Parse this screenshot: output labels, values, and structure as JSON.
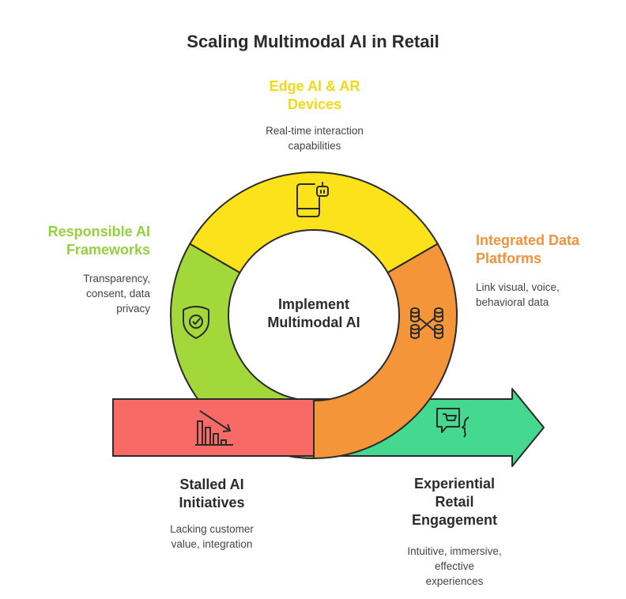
{
  "title": "Scaling Multimodal AI in Retail",
  "center": {
    "line1": "Implement",
    "line2": "Multimodal AI"
  },
  "colors": {
    "yellow": "#FCE21A",
    "green": "#A3D83A",
    "orange": "#F5953A",
    "red": "#F76A66",
    "teal": "#44D98F",
    "stroke": "#2b2b2b",
    "yellow_text": "#F3D914",
    "green_text": "#92D23E",
    "orange_text": "#F2923A"
  },
  "sections": {
    "edge": {
      "title1": "Edge AI & AR",
      "title2": "Devices",
      "desc1": "Real-time interaction",
      "desc2": "capabilities",
      "icon": "mobile-robot-icon"
    },
    "responsible": {
      "title1": "Responsible AI",
      "title2": "Frameworks",
      "desc1": "Transparency,",
      "desc2": "consent, data",
      "desc3": "privacy",
      "icon": "shield-check-icon"
    },
    "integrated": {
      "title1": "Integrated Data",
      "title2": "Platforms",
      "desc1": "Link visual, voice,",
      "desc2": "behavioral data",
      "icon": "database-network-icon"
    },
    "stalled": {
      "title1": "Stalled AI",
      "title2": "Initiatives",
      "desc1": "Lacking customer",
      "desc2": "value, integration",
      "icon": "declining-chart-icon"
    },
    "experiential": {
      "title1": "Experiential",
      "title2": "Retail",
      "title3": "Engagement",
      "desc1": "Intuitive, immersive,",
      "desc2": "effective",
      "desc3": "experiences",
      "icon": "shopping-chat-icon"
    }
  }
}
